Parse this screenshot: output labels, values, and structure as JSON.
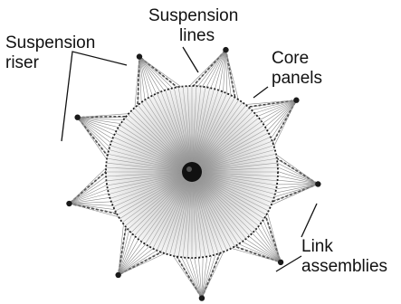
{
  "labels": {
    "riser_l1": "Suspension",
    "riser_l2": "riser",
    "lines_l1": "Suspension",
    "lines_l2": "lines",
    "core_l1": "Core",
    "core_l2": "panels",
    "link_l1": "Link",
    "link_l2": "assemblies"
  },
  "diagram": {
    "gore_count": 9,
    "ink_color": "#1a1a1a",
    "line_color": "#8a8a8a"
  }
}
